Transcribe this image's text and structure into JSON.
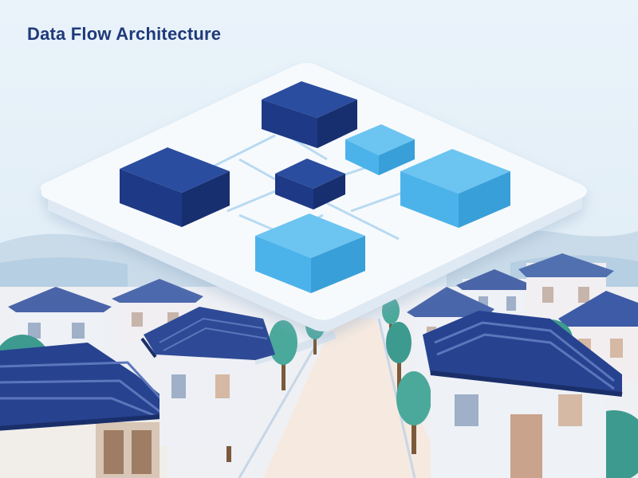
{
  "title": "Data Flow Architecture",
  "colors": {
    "sky": "#e4f0f8",
    "platform": "#f6f9fc",
    "node_dark": "#1e3a86",
    "node_light": "#4bb3ea",
    "connector": "#b9daf1",
    "roof": "#27428f",
    "wall": "#f1f1f5",
    "tree": "#3d9a8e",
    "road": "#f5e7df"
  },
  "nodes": [
    {
      "name": "node-top-dark",
      "tone": "dark"
    },
    {
      "name": "node-left-dark",
      "tone": "dark"
    },
    {
      "name": "node-center-dark",
      "tone": "dark"
    },
    {
      "name": "node-upper-right-light",
      "tone": "light"
    },
    {
      "name": "node-right-light",
      "tone": "light"
    },
    {
      "name": "node-front-light",
      "tone": "light"
    }
  ]
}
